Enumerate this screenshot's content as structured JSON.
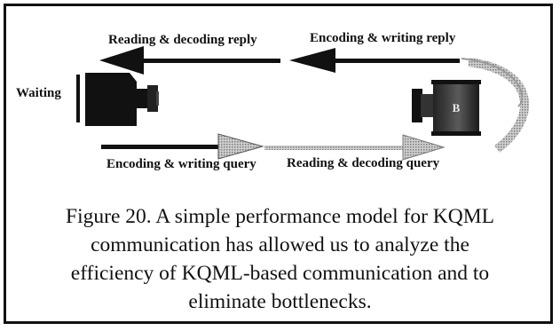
{
  "diagram": {
    "labels": {
      "reading_decoding_reply": "Reading & decoding reply",
      "encoding_writing_reply": "Encoding & writing reply",
      "waiting": "Waiting",
      "encoding_writing_query": "Encoding & writing query",
      "reading_decoding_query": "Reading & decoding query",
      "agent_b": "B"
    }
  },
  "caption": {
    "lines": [
      "Figure 20. A simple performance model for KQML",
      "communication has allowed us to analyze the",
      "efficiency of KQML-based communication and to",
      "eliminate bottlenecks."
    ]
  }
}
